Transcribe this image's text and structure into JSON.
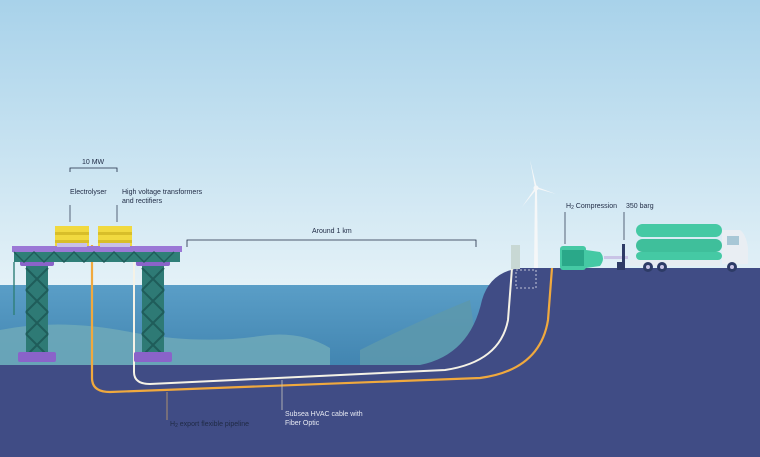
{
  "labels": {
    "power": "10 MW",
    "electrolyser": "Electrolyser",
    "transformers_line1": "High voltage transformers",
    "transformers_line2": "and rectifiers",
    "distance": "Around 1 km",
    "compression_prefix": "H",
    "compression_sub": "2",
    "compression_suffix": " Compression",
    "pressure": "350 barg",
    "pipeline_prefix": "H",
    "pipeline_sub": "2",
    "pipeline_suffix": " export flexible pipeline",
    "cable_line1": "Subsea HVAC cable with",
    "cable_line2": "Fiber Optic"
  },
  "colors": {
    "sky_top": "#a9d2ea",
    "sky_bottom": "#e6f3f8",
    "sea": "#4f93bd",
    "seabed": "#3f4c84",
    "hills": "#6ba6b6",
    "structure": "#2f7f78",
    "pipeline": "#f0a93e",
    "cable": "#f3f0e3",
    "electrolyser": "#f1d93f",
    "tanks": "#45c9a4",
    "truck": "#e9eef3"
  }
}
